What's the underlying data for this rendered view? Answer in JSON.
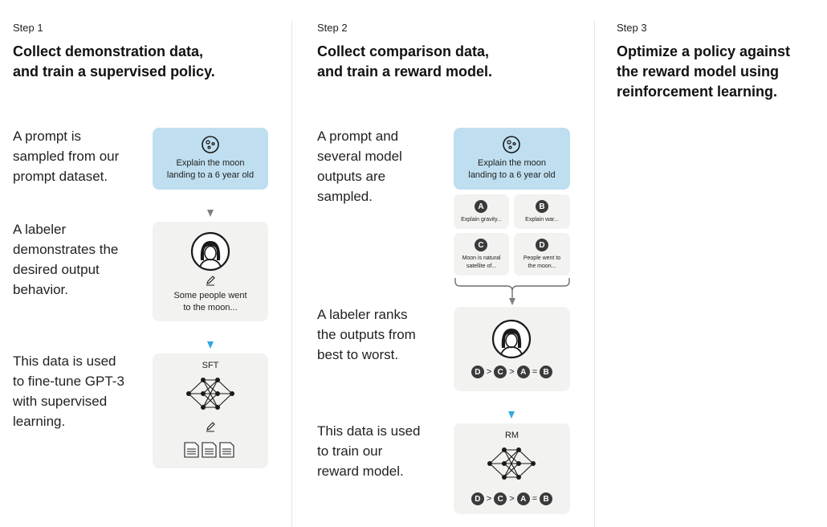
{
  "steps": [
    {
      "label": "Step 1",
      "title_lines": [
        "Collect demonstration data,",
        "and train a supervised policy."
      ],
      "rows": [
        {
          "desc_lines": [
            "A prompt is",
            "sampled from our",
            "prompt dataset."
          ]
        },
        {
          "desc_lines": [
            "A labeler",
            "demonstrates the",
            "desired output",
            "behavior."
          ]
        },
        {
          "desc_lines": [
            "This data is used",
            "to fine-tune GPT-3",
            "with supervised",
            "learning."
          ]
        }
      ],
      "prompt_card": {
        "icon": "moon-icon",
        "text_lines": [
          "Explain the moon",
          "landing to a 6 year old"
        ]
      },
      "labeler_card": {
        "icon": "labeler-avatar",
        "edit_icon": "pencil-icon",
        "text_lines": [
          "Some people went",
          "to the moon..."
        ]
      },
      "model_card": {
        "label": "SFT",
        "icon": "neural-network-icon",
        "edit_icon": "pencil-icon",
        "docs_icon": "documents-icon"
      }
    },
    {
      "label": "Step 2",
      "title_lines": [
        "Collect comparison data,",
        "and train a reward model."
      ],
      "rows": [
        {
          "desc_lines": [
            "A prompt and",
            "several model",
            "outputs are",
            "sampled."
          ]
        },
        {
          "desc_lines": [
            "A labeler ranks",
            "the outputs from",
            "best to worst."
          ]
        },
        {
          "desc_lines": [
            "This data is used",
            "to train our",
            "reward model."
          ]
        }
      ],
      "prompt_card": {
        "icon": "moon-icon",
        "text_lines": [
          "Explain the moon",
          "landing to a 6 year old"
        ]
      },
      "outputs": [
        {
          "letter": "A",
          "text_lines": [
            "Explain gravity..."
          ]
        },
        {
          "letter": "B",
          "text_lines": [
            "Explain war..."
          ]
        },
        {
          "letter": "C",
          "text_lines": [
            "Moon is natural",
            "satellite of..."
          ]
        },
        {
          "letter": "D",
          "text_lines": [
            "People went to",
            "the moon..."
          ]
        }
      ],
      "ranking": {
        "items": [
          "D",
          ">",
          "C",
          ">",
          "A",
          "=",
          "B"
        ]
      },
      "model_card": {
        "label": "RM",
        "icon": "neural-network-icon",
        "ranking": [
          "D",
          ">",
          "C",
          ">",
          "A",
          "=",
          "B"
        ]
      }
    },
    {
      "label": "Step 3",
      "title_lines": [
        "Optimize a policy against",
        "the reward model using",
        "reinforcement learning."
      ]
    }
  ],
  "colors": {
    "prompt_card": "#bfdff0",
    "card": "#f2f2f0",
    "arrow_gray": "#7f7f7f",
    "arrow_blue": "#2fa8e0",
    "dot": "#3a3a3a"
  }
}
